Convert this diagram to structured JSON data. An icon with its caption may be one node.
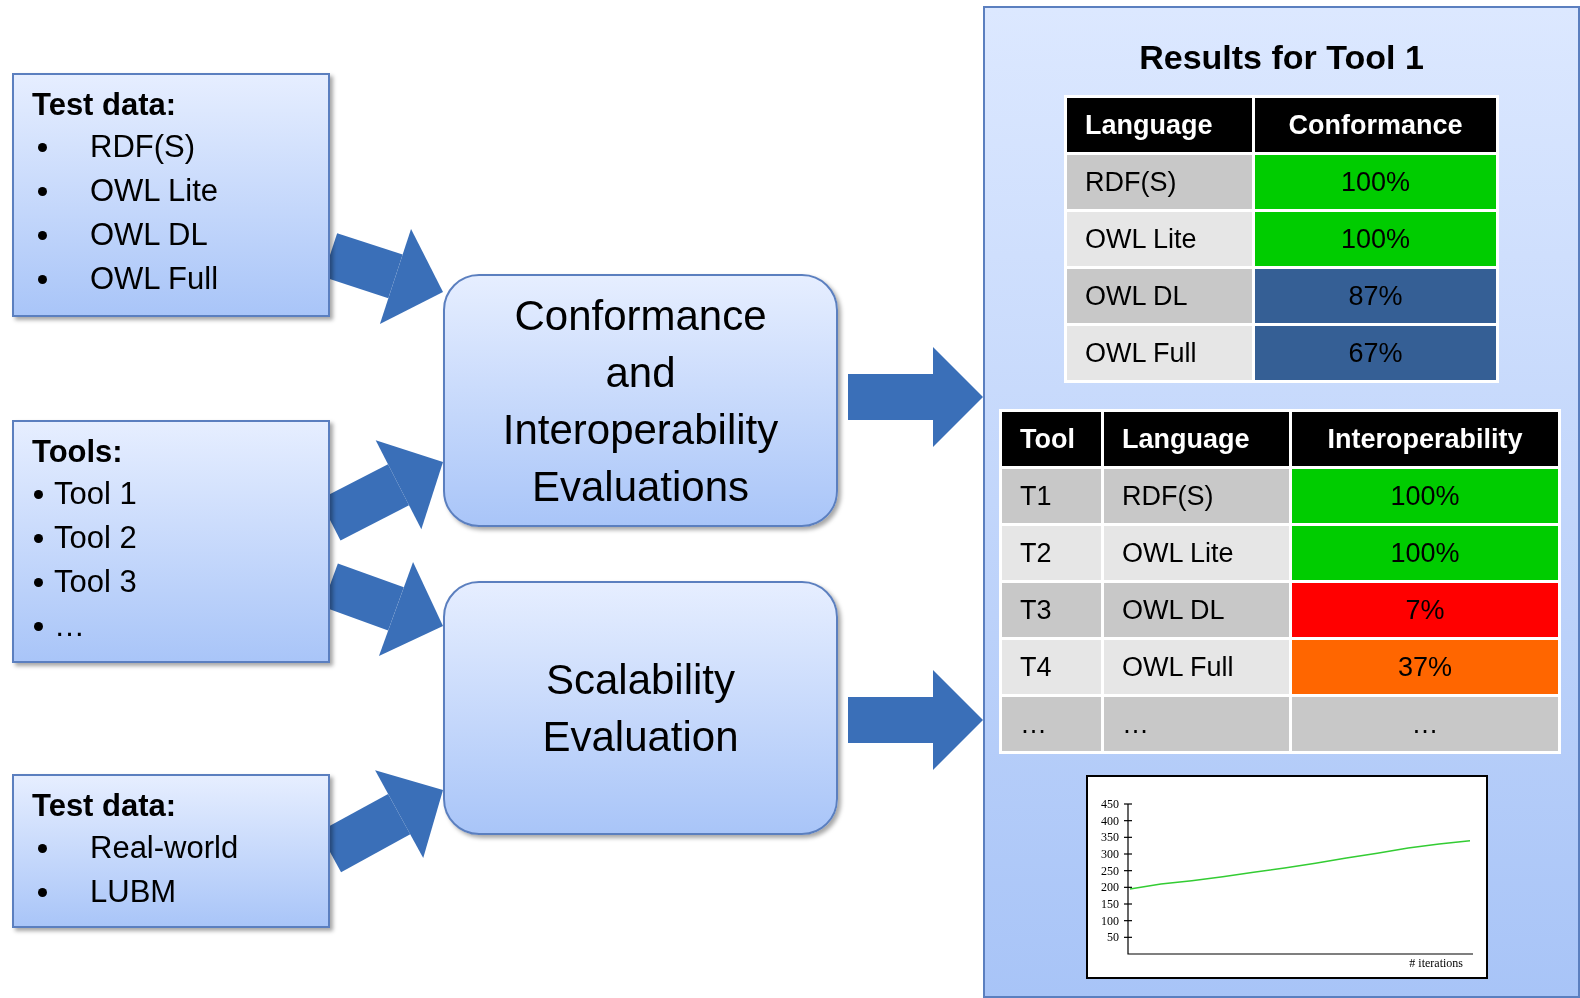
{
  "diagram": {
    "nodes": [
      {
        "text": [
          "Test data:",
          "RDF(S)",
          "OWL Lite",
          "OWL DL",
          "OWL Full"
        ]
      },
      {
        "text": [
          "Tools:",
          "Tool 1",
          "Tool 2",
          "Tool 3",
          "…"
        ]
      },
      {
        "text": [
          "Test data:",
          "Real-world",
          "LUBM"
        ]
      },
      {
        "text": [
          "Conformance and Interoperability Evaluations"
        ]
      },
      {
        "text": [
          "Scalability Evaluation"
        ]
      },
      {
        "text": [
          "Results for Tool 1"
        ]
      }
    ],
    "edges": [
      {
        "from": 0,
        "to": 3,
        "arrow": "to"
      },
      {
        "from": 1,
        "to": 3,
        "arrow": "to"
      },
      {
        "from": 1,
        "to": 4,
        "arrow": "to"
      },
      {
        "from": 2,
        "to": 4,
        "arrow": "to"
      },
      {
        "from": 3,
        "to": 5,
        "arrow": "to"
      },
      {
        "from": 4,
        "to": 5,
        "arrow": "to"
      }
    ],
    "labels": [
      "Language",
      "Conformance",
      "RDF(S)",
      "100%",
      "OWL Lite",
      "100%",
      "OWL DL",
      "87%",
      "OWL Full",
      "67%",
      "Tool",
      "Language",
      "Interoperability",
      "T1",
      "RDF(S)",
      "100%",
      "T2",
      "OWL Lite",
      "100%",
      "T3",
      "OWL DL",
      "7%",
      "T4",
      "OWL Full",
      "37%",
      "…",
      "…",
      "…"
    ],
    "chart_data": {
      "type": "line",
      "xlabel": "# iterations",
      "ylim": [
        0,
        450
      ],
      "yticks": [
        50,
        100,
        150,
        200,
        250,
        300,
        350,
        400,
        450
      ],
      "series": [
        {
          "color": "#33cc33",
          "values": [
            195,
            210,
            220,
            232,
            245,
            258,
            272,
            288,
            302,
            318,
            330,
            340
          ]
        }
      ]
    }
  }
}
